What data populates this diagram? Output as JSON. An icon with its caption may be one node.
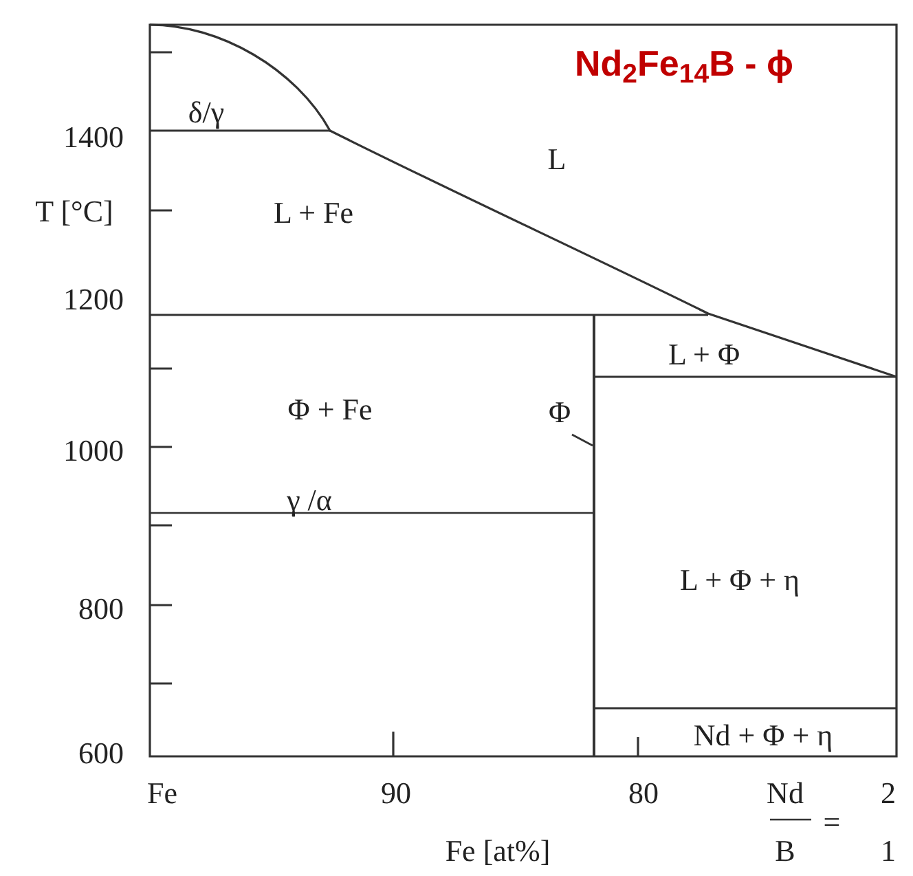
{
  "diagram": {
    "title": "Nd$_{2}$Fe$_{14}$B - ϕ",
    "nodes": [
      {
        "text": [
          "Φ"
        ]
      },
      {
        "text": [],
        "shape": "bar"
      }
    ],
    "edges": [
      {
        "from": 0,
        "to": 1,
        "arrow": "none"
      }
    ],
    "labels": [
      "δ/γ",
      "1400",
      "T [°C]",
      "L",
      "L + Fe",
      "1200",
      "L + Φ",
      "Φ + Fe",
      "1000",
      "γ /α",
      "L + Φ + η",
      "800",
      "Nd + Φ + η",
      "600",
      "Fe",
      "90",
      "80",
      "Nd",
      "2",
      "=",
      "Fe [at%]",
      "B",
      "1"
    ]
  }
}
